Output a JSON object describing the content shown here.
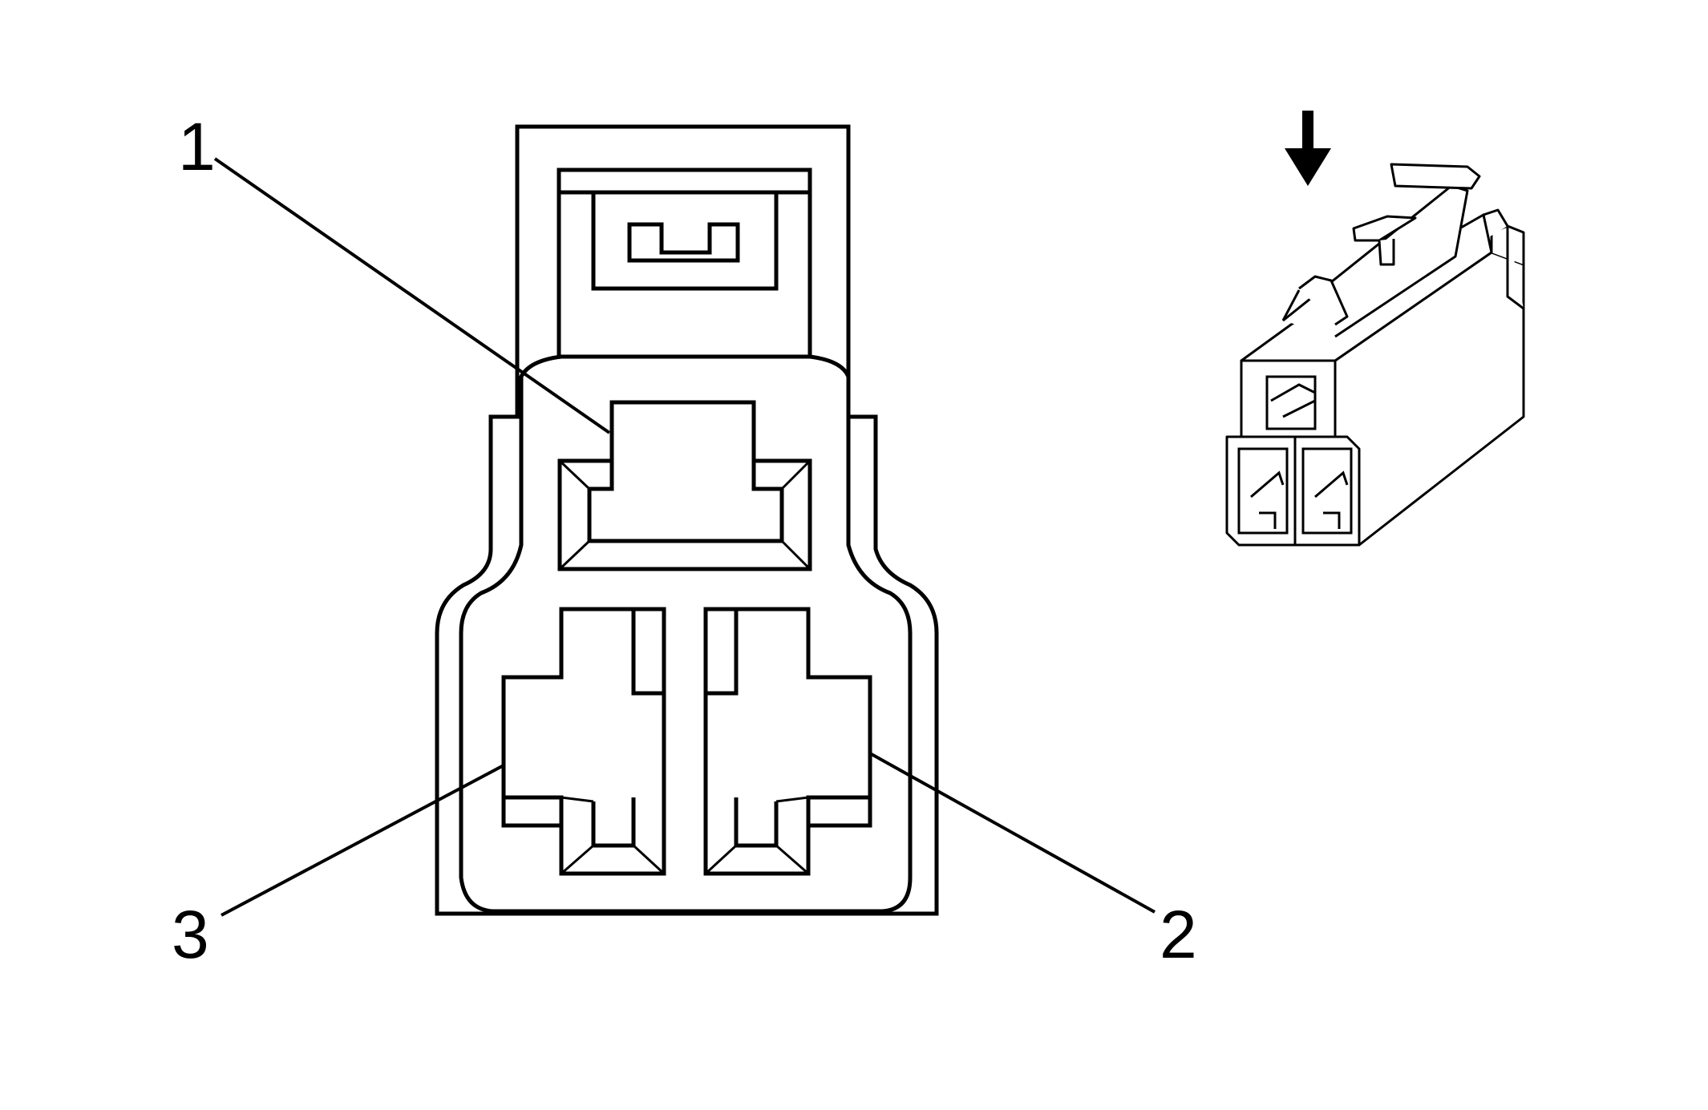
{
  "callouts": [
    {
      "id": "pin-1",
      "label": "1"
    },
    {
      "id": "pin-2",
      "label": "2"
    },
    {
      "id": "pin-3",
      "label": "3"
    }
  ],
  "icons": {
    "view_arrow": "down-arrow-icon",
    "connector_iso": "connector-isometric-icon"
  },
  "colors": {
    "line": "#000000",
    "background": "#ffffff"
  }
}
